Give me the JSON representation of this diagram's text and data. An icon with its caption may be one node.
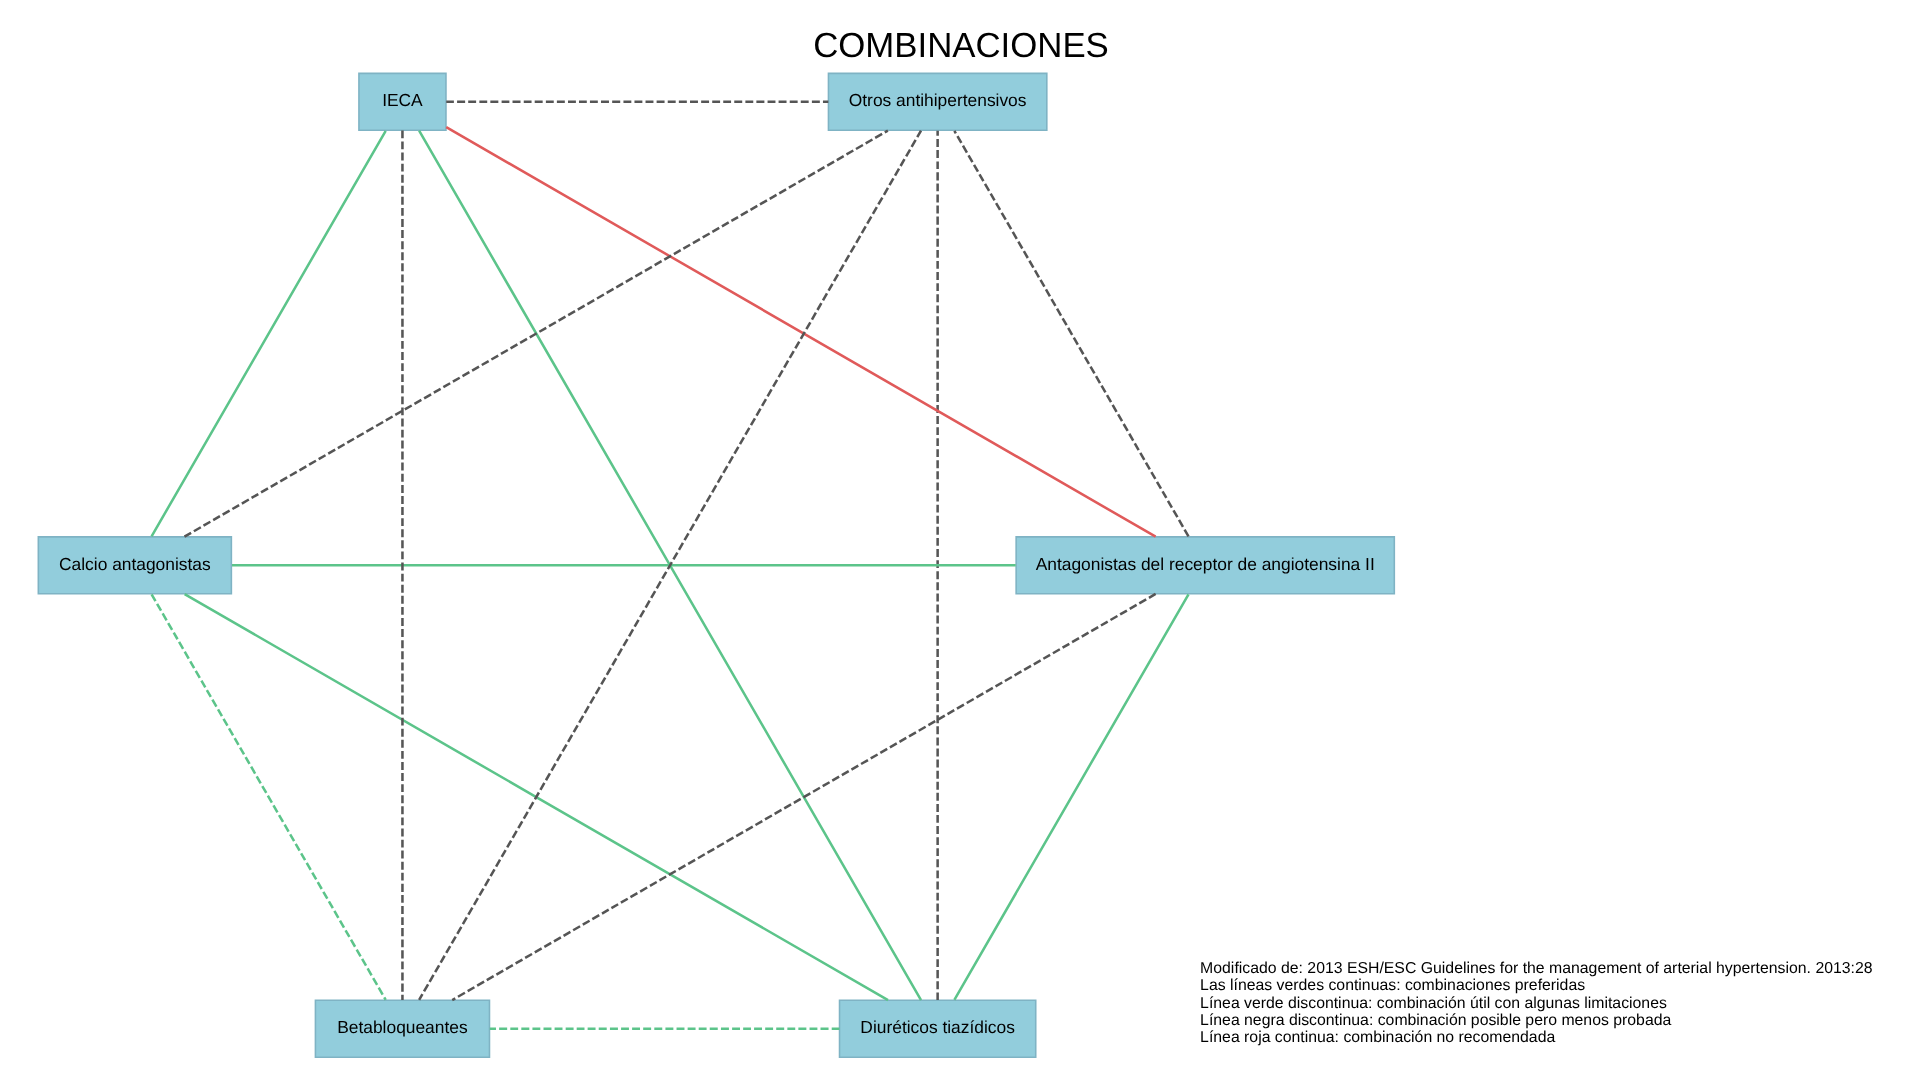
{
  "diagram": {
    "title": "COMBINACIONES",
    "caption": "Modificado de: 2013 ESH/ESC Guidelines for the management of arterial hypertension. 2013:28",
    "nodes": [
      {
        "text": [
          "Diuréticos tiazídicos"
        ]
      },
      {
        "text": [
          "Antagonistas del receptor de angiotensina II"
        ]
      },
      {
        "text": [
          "Calcio antagonistas"
        ]
      },
      {
        "text": [
          "IECA"
        ]
      },
      {
        "text": [
          "Otros antihipertensivos"
        ]
      },
      {
        "text": [
          "Betabloqueantes"
        ]
      }
    ],
    "edges": [
      {
        "from": 0,
        "to": 1,
        "arrow": "none",
        "color": "#5cc48a"
      },
      {
        "from": 0,
        "to": 2,
        "arrow": "none",
        "color": "#5cc48a"
      },
      {
        "from": 0,
        "to": 3,
        "arrow": "none",
        "color": "#5cc48a"
      },
      {
        "from": 0,
        "to": 5,
        "arrow": "none",
        "style": "dashed",
        "color": "#5cc48a"
      },
      {
        "from": 0,
        "to": 4,
        "arrow": "none",
        "style": "dashed",
        "color": "#555555"
      },
      {
        "from": 1,
        "to": 2,
        "arrow": "none",
        "color": "#5cc48a"
      },
      {
        "from": 1,
        "to": 3,
        "arrow": "none",
        "color": "#e05a5a"
      },
      {
        "from": 1,
        "to": 5,
        "arrow": "none",
        "style": "dashed",
        "color": "#555555"
      },
      {
        "from": 1,
        "to": 4,
        "arrow": "none",
        "style": "dashed",
        "color": "#555555"
      },
      {
        "from": 2,
        "to": 3,
        "arrow": "none",
        "color": "#5cc48a"
      },
      {
        "from": 2,
        "to": 5,
        "arrow": "none",
        "style": "dashed",
        "color": "#5cc48a"
      },
      {
        "from": 2,
        "to": 4,
        "arrow": "none",
        "style": "dashed",
        "color": "#555555"
      },
      {
        "from": 3,
        "to": 5,
        "arrow": "none",
        "style": "dashed",
        "color": "#555555"
      },
      {
        "from": 3,
        "to": 4,
        "arrow": "none",
        "style": "dashed",
        "color": "#555555"
      },
      {
        "from": 4,
        "to": 5,
        "arrow": "none",
        "style": "dashed",
        "color": "#555555"
      }
    ],
    "labels": [
      "Las líneas verdes continuas: combinaciones preferidas",
      "Línea verde discontinua: combinación útil con algunas limitaciones",
      "Línea negra discontinua: combinación posible pero menos probada",
      "Línea roja continua: combinación no recomendada"
    ]
  }
}
